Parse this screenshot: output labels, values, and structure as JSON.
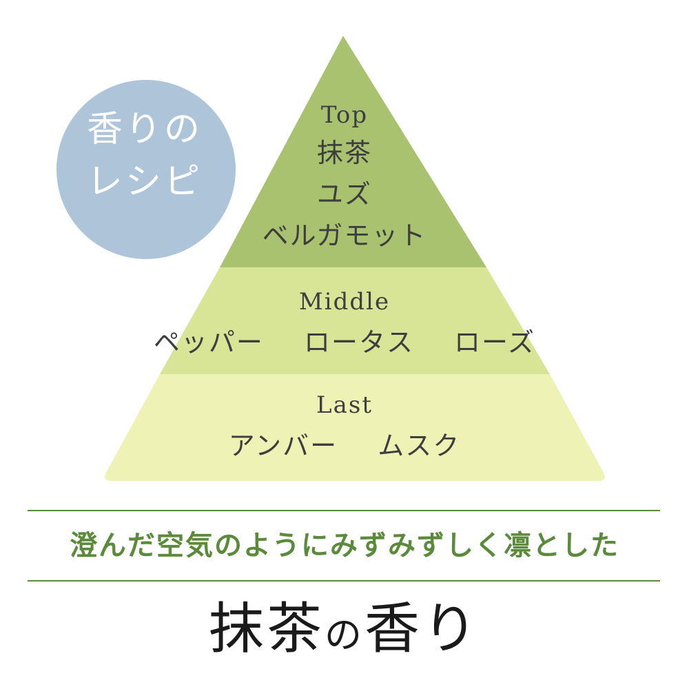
{
  "badge": {
    "line1": "香りの",
    "line2": "レシピ"
  },
  "pyramid": {
    "top": {
      "label": "Top",
      "notes": [
        "抹茶",
        "ユズ",
        "ベルガモット"
      ]
    },
    "middle": {
      "label": "Middle",
      "notes": [
        "ペッパー",
        "ロータス",
        "ローズ"
      ]
    },
    "last": {
      "label": "Last",
      "notes": [
        "アンバー",
        "ムスク"
      ]
    }
  },
  "colors": {
    "circle": "#aec4d9",
    "top_tier": "#a8c270",
    "middle_tier": "#d8e496",
    "last_tier": "#eef2b4",
    "rule": "#5a8a3a",
    "tagline": "#5a8a3a"
  },
  "tagline": "澄んだ空気のようにみずみずしく凛とした",
  "product_title": {
    "main": "抹茶",
    "particle": "の",
    "tail": "香り"
  }
}
